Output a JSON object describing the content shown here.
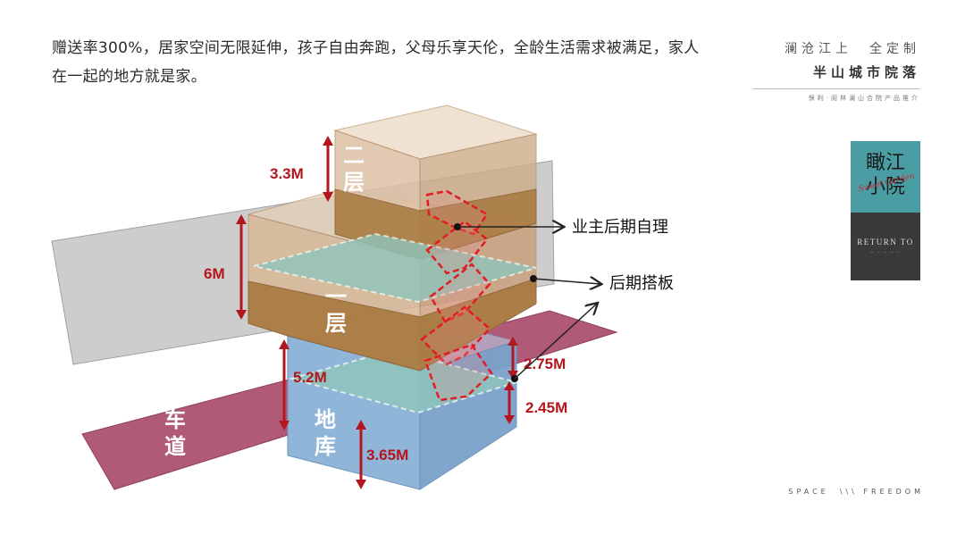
{
  "intro_text": "赠送率300%，居家空间无限延伸，孩子自由奔跑，父母乐享天伦，全龄生活需求被满足，家人在一起的地方就是家。",
  "brand": {
    "line1": "澜沧江上　全定制",
    "line2": "半山城市院落",
    "line3": "保利·阅林澜山合院产品推介"
  },
  "badge": {
    "title_line1": "瞰江",
    "title_line2": "小院",
    "script": "Sweet Garden",
    "en": "RETURN TO"
  },
  "footer": "SPACE　\\\\\\ FREEDOM",
  "diagram": {
    "floor2_label": "二层",
    "floor1_label": "一层",
    "basement_label": "地库",
    "road_label": "车道",
    "dims": {
      "floor2_height": "3.3M",
      "floor1_height": "6M",
      "basement_depth": "5.2M",
      "right_upper": "2.75M",
      "right_lower": "2.45M",
      "basement_height": "3.65M"
    },
    "callouts": {
      "owner_finish": "业主后期自理",
      "later_slab": "后期搭板"
    }
  }
}
